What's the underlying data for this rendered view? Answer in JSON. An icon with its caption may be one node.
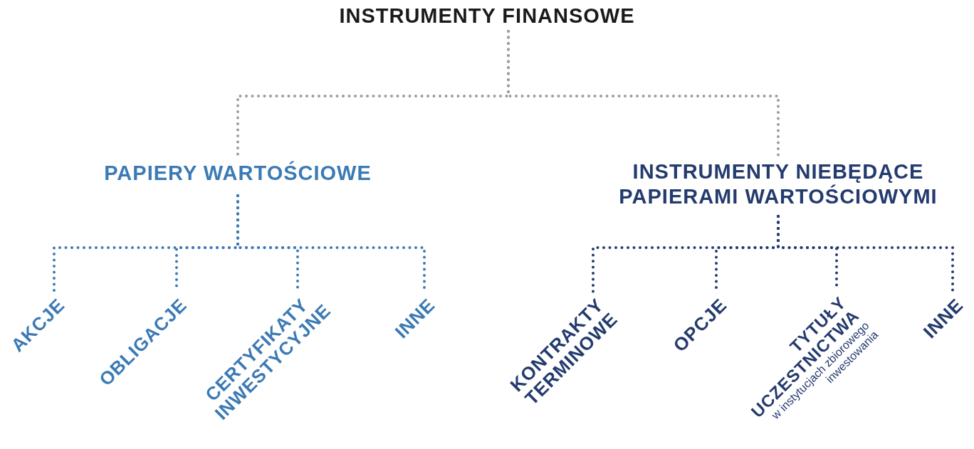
{
  "diagram": {
    "title": "INSTRUMENTY FINANSOWE",
    "nodes": [
      {
        "text": [
          "PAPIERY WARTOŚCIOWE"
        ]
      },
      {
        "text": [
          "INSTRUMENTY NIEBĘDĄCE PAPIERAMI WARTOŚCIOWYMI"
        ]
      },
      {
        "text": [
          "AKCJE"
        ]
      },
      {
        "text": [
          "OBLIGACJE"
        ]
      },
      {
        "text": [
          "CERTYFIKATY INWESTYCYJNE"
        ]
      },
      {
        "text": [
          "INNE"
        ]
      },
      {
        "text": [
          "KONTRAKTY TERMINOWE"
        ]
      },
      {
        "text": [
          "OPCJE"
        ]
      },
      {
        "text": [
          "TYTUŁY UCZESTNICTWA",
          "w instytucjach zbiorowego inwestowania"
        ]
      },
      {
        "text": [
          "INNE"
        ]
      }
    ],
    "edges": [
      {
        "from": null,
        "to": 0,
        "arrow": "none",
        "color": "#9b9b9b"
      },
      {
        "from": null,
        "to": 1,
        "arrow": "none",
        "color": "#9b9b9b"
      },
      {
        "from": 0,
        "to": 2,
        "arrow": "none",
        "color": "#3b7ab4"
      },
      {
        "from": 0,
        "to": 3,
        "arrow": "none",
        "color": "#3b7ab4"
      },
      {
        "from": 0,
        "to": 4,
        "arrow": "none",
        "color": "#3b7ab4"
      },
      {
        "from": 0,
        "to": 5,
        "arrow": "none",
        "color": "#3b7ab4"
      },
      {
        "from": 1,
        "to": 6,
        "arrow": "none",
        "color": "#243b6e"
      },
      {
        "from": 1,
        "to": 7,
        "arrow": "none",
        "color": "#243b6e"
      },
      {
        "from": 1,
        "to": 8,
        "arrow": "none",
        "color": "#243b6e"
      },
      {
        "from": 1,
        "to": 9,
        "arrow": "none",
        "color": "#243b6e"
      }
    ]
  }
}
